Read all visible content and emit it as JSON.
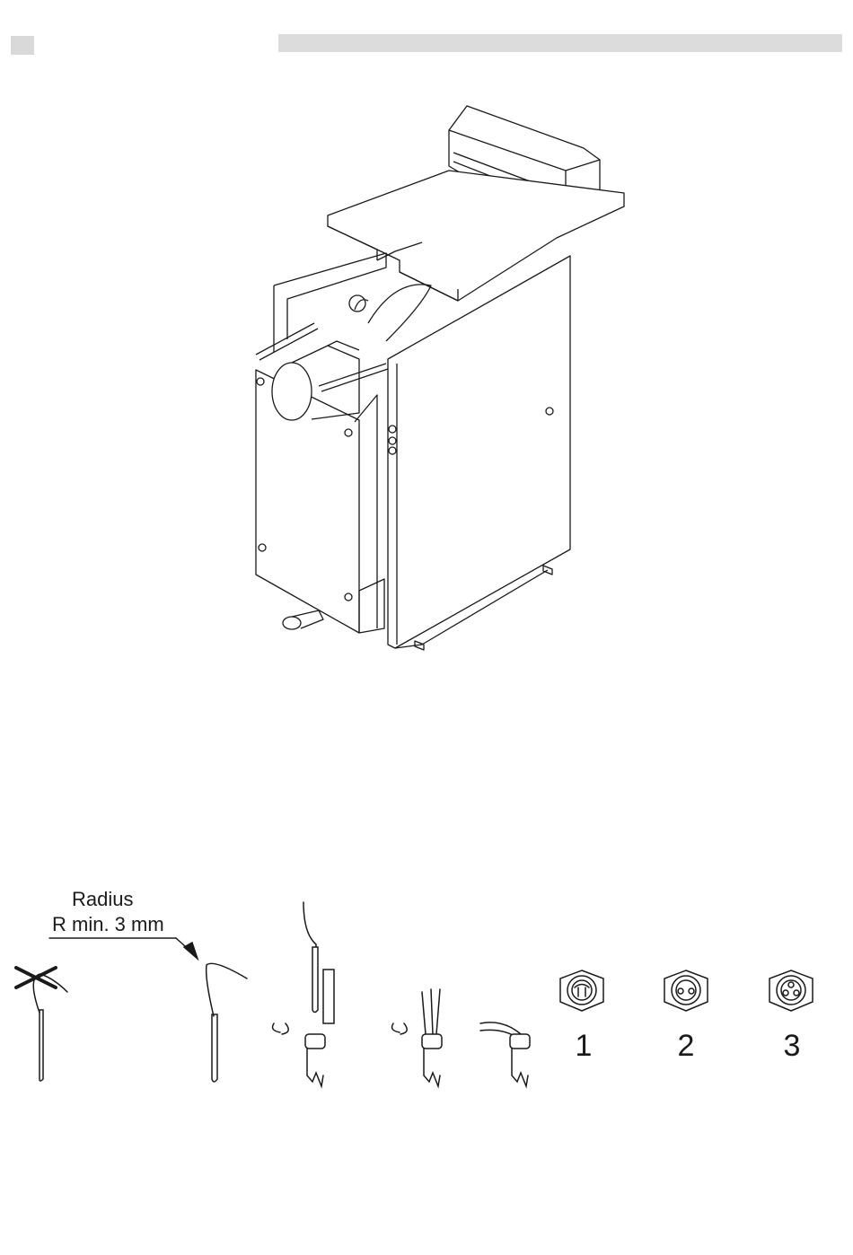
{
  "header": {
    "page_marker_color": "#d9d9d9",
    "bar_color": "#dcdcdc"
  },
  "main_illustration": {
    "icon": "boiler-unit-isometric-icon"
  },
  "cable_detail": {
    "radius_label": "Radius",
    "radius_value": "R min. 3 mm",
    "wrong_bend_icon": "crossed-out-sharp-bend-icon",
    "correct_bend_icon": "rounded-bend-icon"
  },
  "grommets": {
    "variants": [
      {
        "label": "1",
        "icon": "grommet-one-hole-icon"
      },
      {
        "label": "2",
        "icon": "grommet-two-holes-icon"
      },
      {
        "label": "3",
        "icon": "grommet-three-holes-icon"
      }
    ]
  }
}
